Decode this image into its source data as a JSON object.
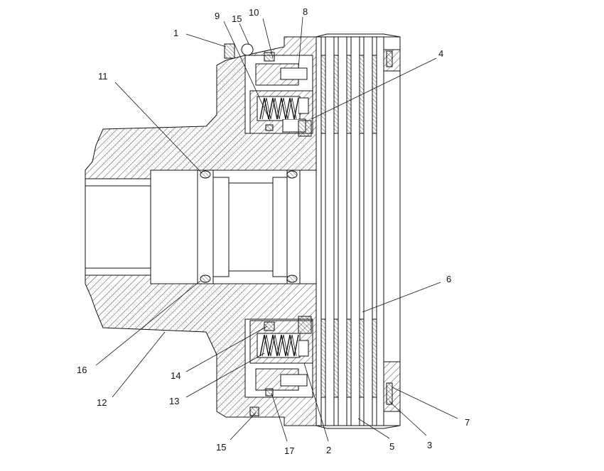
{
  "drawing": {
    "line_color": "#111111",
    "hatch_color": "#333333",
    "background": "#ffffff"
  },
  "callouts": [
    {
      "id": "c1",
      "label": "1"
    },
    {
      "id": "c2",
      "label": "2"
    },
    {
      "id": "c3",
      "label": "3"
    },
    {
      "id": "c4",
      "label": "4"
    },
    {
      "id": "c5",
      "label": "5"
    },
    {
      "id": "c6",
      "label": "6"
    },
    {
      "id": "c7",
      "label": "7"
    },
    {
      "id": "c8",
      "label": "8"
    },
    {
      "id": "c9",
      "label": "9"
    },
    {
      "id": "c10",
      "label": "10"
    },
    {
      "id": "c11",
      "label": "11"
    },
    {
      "id": "c12",
      "label": "12"
    },
    {
      "id": "c13",
      "label": "13"
    },
    {
      "id": "c14",
      "label": "14"
    },
    {
      "id": "c15a",
      "label": "15"
    },
    {
      "id": "c15b",
      "label": "15"
    },
    {
      "id": "c16",
      "label": "16"
    },
    {
      "id": "c17",
      "label": "17"
    }
  ]
}
